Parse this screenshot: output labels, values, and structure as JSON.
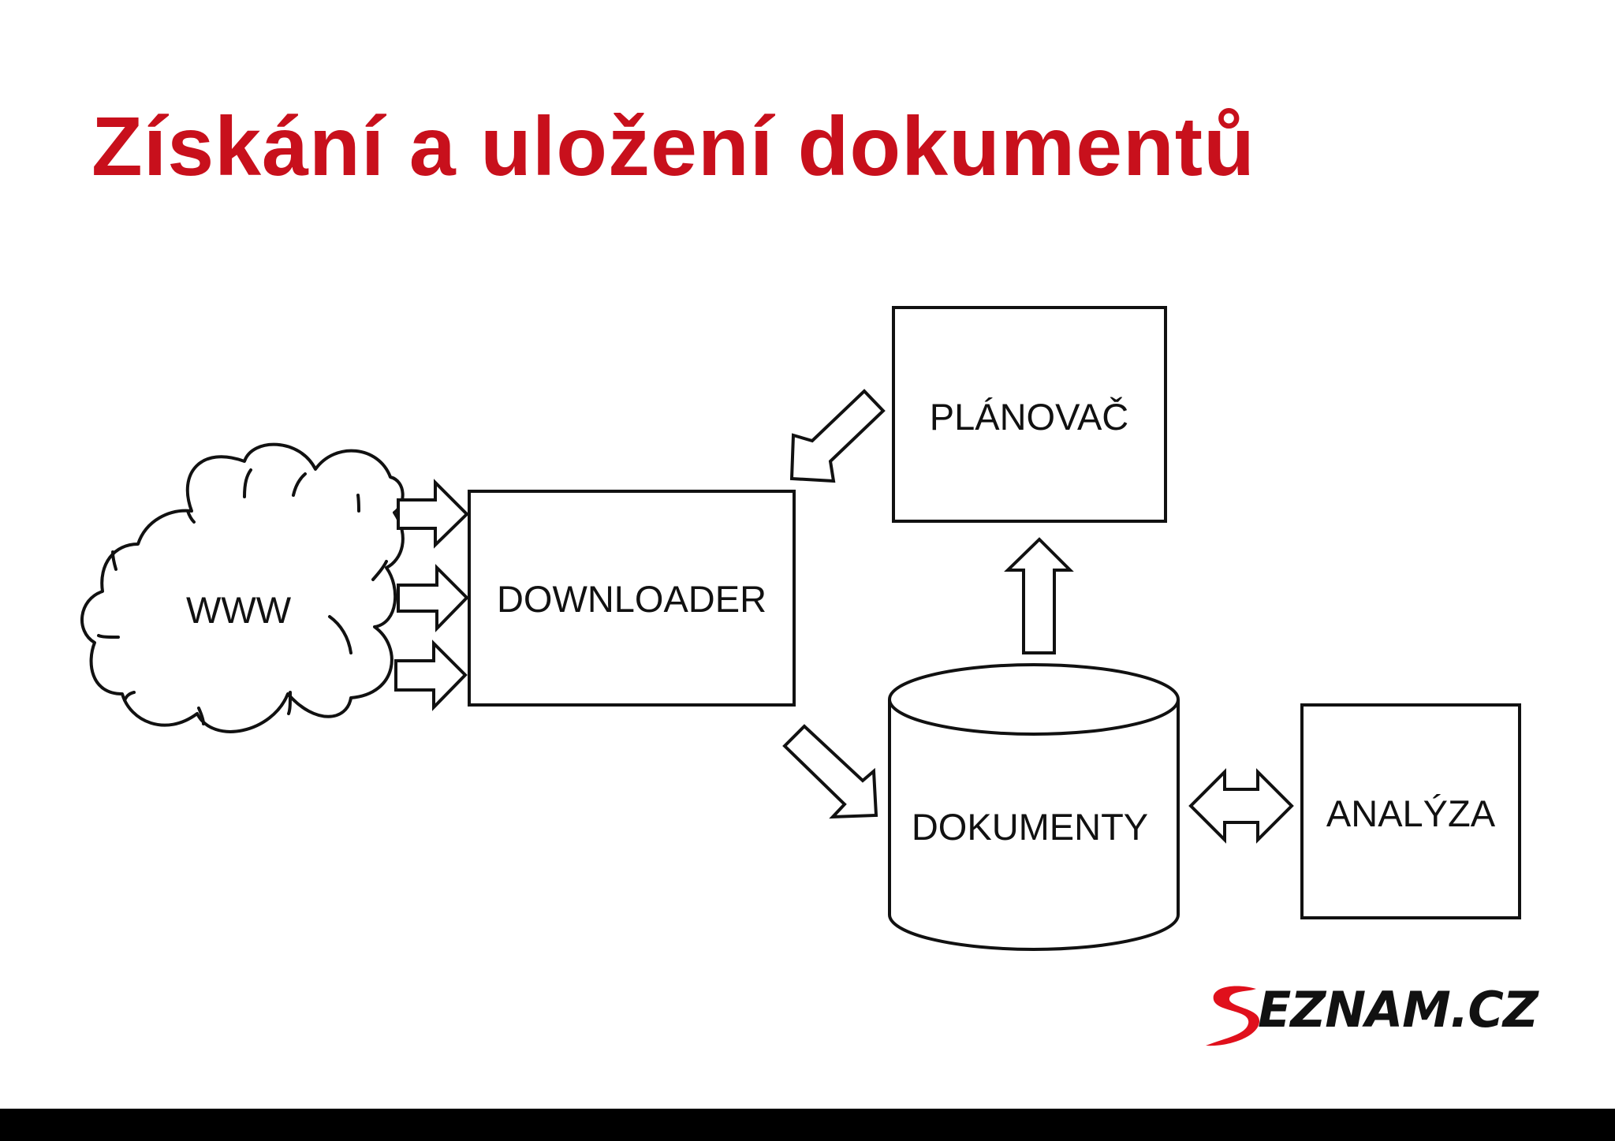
{
  "title": "Získání a uložení dokumentů",
  "nodes": {
    "www": "WWW",
    "downloader": "DOWNLOADER",
    "planovac": "PLÁNOVAČ",
    "dokumenty": "DOKUMENTY",
    "analyza": "ANALÝZA"
  },
  "logo": {
    "text": "EZNAM.CZ",
    "full_text": "SEZNAM.CZ",
    "accent_color": "#e0101c"
  },
  "colors": {
    "title": "#c8101c",
    "stroke": "#111111",
    "background": "#ffffff",
    "bottom_bar": "#000000"
  }
}
